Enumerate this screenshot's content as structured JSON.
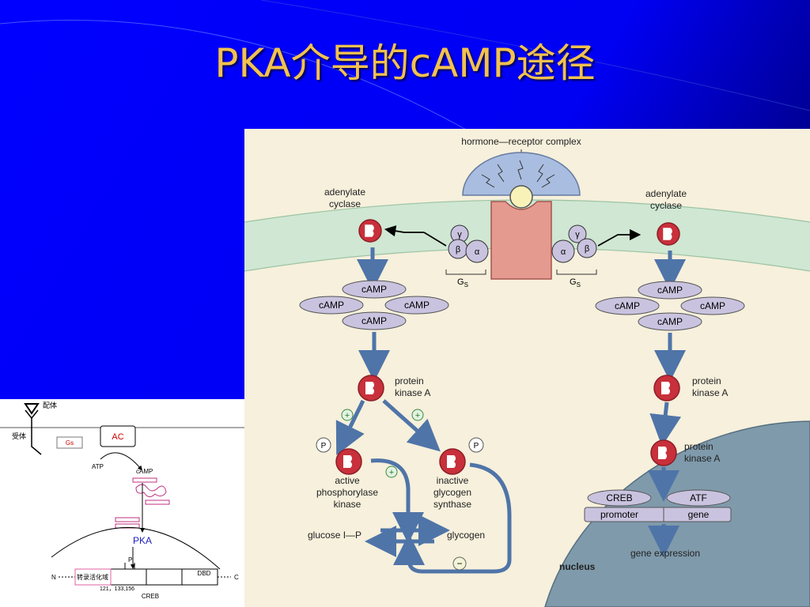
{
  "slide": {
    "title": "PKA介导的cAMP途径"
  },
  "main_figure": {
    "labels": {
      "hormone_receptor_complex": "hormone—receptor complex",
      "adenylate": "adenylate",
      "cyclase": "cyclase",
      "gamma": "γ",
      "beta": "β",
      "alpha": "α",
      "gs": "G",
      "gs_sub": "S",
      "camp": "cAMP",
      "protein": "protein",
      "kinase_a": "kinase A",
      "plus": "+",
      "minus": "−",
      "p": "P",
      "active": "active",
      "phosphorylase": "phosphorylase",
      "kinase": "kinase",
      "inactive": "inactive",
      "glycogen": "glycogen",
      "synthase": "synthase",
      "glucose_1p": "glucose I—P",
      "creb": "CREB",
      "atf": "ATF",
      "promoter": "promoter",
      "gene": "gene",
      "gene_expression": "gene expression",
      "nucleus": "nucleus"
    },
    "colors": {
      "background": "#f6f0dc",
      "membrane": "#cfe7d3",
      "receptor": "#e59a8f",
      "dome": "#a9bde0",
      "enzyme": "#c8303b",
      "camp_fill": "#c9c3df",
      "arrow": "#4f74a8",
      "nucleus": "#7f9aab"
    }
  },
  "inset_figure": {
    "labels": {
      "ligand": "配体",
      "receptor": "受体",
      "gs": "Gs",
      "ac": "AC",
      "atp": "ATP",
      "camp": "cAMP",
      "pka": "PKA",
      "p": "P",
      "n_term": "N",
      "c_term": "C",
      "activation_domain": "转录活化域",
      "dbd": "DBD",
      "sites": "121，133,156",
      "creb": "CREB"
    }
  }
}
